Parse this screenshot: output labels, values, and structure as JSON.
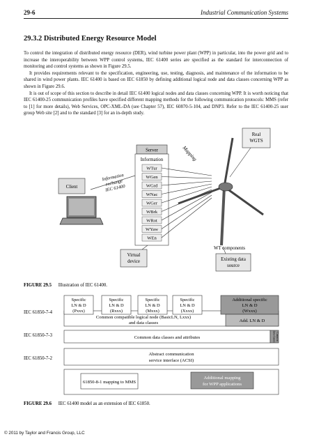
{
  "header": {
    "page_number": "29-6",
    "running_title": "Industrial Communication Systems"
  },
  "section": {
    "title": "29.3.2  Distributed Energy Resource Model",
    "paragraphs": [
      "To control the integration of distributed energy resource (DER), wind turbine power plant (WPP) in particular, into the power grid and to increase the interoperability between WPP control systems, IEC 61400 series are specified as the standard for interconnection of monitoring and control systems as shown in Figure 29.5.",
      "It provides requirements relevant to the specification, engineering, use, testing, diagnosis, and maintenance of the information to be shared in wind power plants. IEC 61400 is based on IEC 61850 by defining additional logical node and data classes concerning WPP as shown in Figure 29.6.",
      "It is out of scope of this section to describe in detail IEC 61400 logical nodes and data classes concerning WPP. It is worth noticing that IEC 61400-25 communication profiles have specified different mapping methods for the following communication protocols: MMS (refer to [1] for more details), Web Services, OPC-XML-DA (see Chapter 57), IEC 60870-5-104, and DNP3. Refer to the IEC 61400-25 user group Web site [2] and to the standard [3] for an in-depth study."
    ]
  },
  "figure5": {
    "client": "Client",
    "exchange_label": [
      "Information",
      "exchange",
      "IEC 61400"
    ],
    "server": "Server",
    "information": "Information",
    "nodes": [
      "WTur",
      "WGen",
      "WGrd",
      "WNac",
      "WGer",
      "WBrk",
      "WRot",
      "WYaw",
      "WEn"
    ],
    "virtual_device": [
      "Virtual",
      "device"
    ],
    "mapping": "Mapping",
    "real_wgts": [
      "Real",
      "WGTS"
    ],
    "wt_components": "WT components",
    "existing_data_source": [
      "Existing data",
      "source"
    ],
    "caption_label": "FIGURE 29.5",
    "caption_text": "Illustration of IEC 61400."
  },
  "figure6": {
    "row_labels": [
      "IEC 61850-7-4",
      "IEC 61850-7-3",
      "IEC 61850-7-2"
    ],
    "specific_boxes": [
      [
        "Specific",
        "LN & D",
        "(Pxxx)"
      ],
      [
        "Specific",
        "LN & D",
        "(Rxxx)"
      ],
      [
        "Specific",
        "LN & D",
        "(Mxxx)"
      ],
      [
        "Specific",
        "LN & D",
        "(Xxxx)"
      ]
    ],
    "additional_specific": [
      "Additional specific",
      "LN & D",
      "(Wxxx)"
    ],
    "common_ln": [
      "Common compatible logical node (BasicLN, Lxxx)",
      "and data classes"
    ],
    "add_ln": "Add. LN & D",
    "common_data": "Common data classes and attributes",
    "side_label": [
      "Common",
      "data classes"
    ],
    "acsi": [
      "Abstract communication",
      "service interface (ACSI)"
    ],
    "mms_mapping": "61850-8-1 mapping to MMS",
    "additional_mapping": [
      "Additional mapping",
      "for WPP applications"
    ],
    "caption_label": "FIGURE 29.6",
    "caption_text": "IEC 61400 model as an extension of IEC 61850."
  },
  "footer": {
    "copyright": "© 2011 by Taylor and Francis Group, LLC"
  }
}
